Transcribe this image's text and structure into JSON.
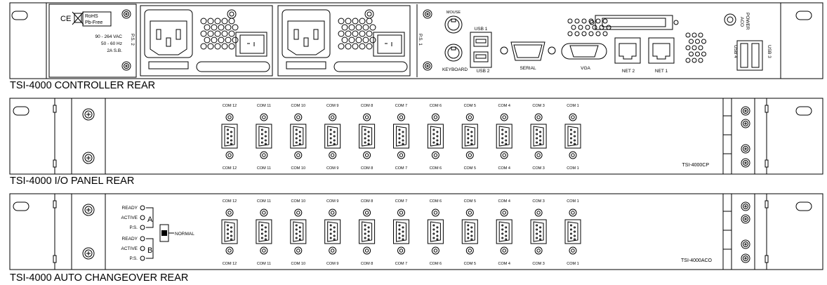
{
  "panels": {
    "controller": {
      "caption": "TSI-4000 CONTROLLER REAR",
      "rohs": "RoHS",
      "pbfree": "Pb-Free",
      "ce": "CE",
      "ratings": [
        "90 - 264 VAC",
        "50 - 60 Hz",
        "2A S.B."
      ],
      "ps2": "P.S. 2",
      "ps1": "P.S. 1",
      "mouse": "MOUSE",
      "keyboard": "KEYBOARD",
      "usb1": "USB 1",
      "usb2": "USB 2",
      "serial": "SERIAL",
      "vga": "VGA",
      "net2": "NET 2",
      "net1": "NET 1",
      "usb3": "USB 3",
      "usb4": "USB 4",
      "aco_power": [
        "ACO",
        "POWER"
      ]
    },
    "io_panel": {
      "caption": "TSI-4000 I/O PANEL REAR",
      "model": "TSI-4000CP",
      "com_labels": [
        "COM 12",
        "COM 11",
        "COM 10",
        "COM 9",
        "COM 8",
        "COM 7",
        "COM 6",
        "COM 5",
        "COM 4",
        "COM 3",
        "COM 1"
      ]
    },
    "auto_changeover": {
      "caption": "TSI-4000 AUTO CHANGEOVER REAR",
      "model": "TSI-4000ACO",
      "status_a": [
        "READY",
        "ACTIVE",
        "P.S."
      ],
      "status_b": [
        "READY",
        "ACTIVE",
        "P.S."
      ],
      "letter_a": "A",
      "letter_b": "B",
      "normal": "NORMAL",
      "com_labels": [
        "COM 12",
        "COM 11",
        "COM 10",
        "COM 9",
        "COM 8",
        "COM 7",
        "COM 6",
        "COM 5",
        "COM 4",
        "COM 3",
        "COM 1"
      ]
    }
  }
}
